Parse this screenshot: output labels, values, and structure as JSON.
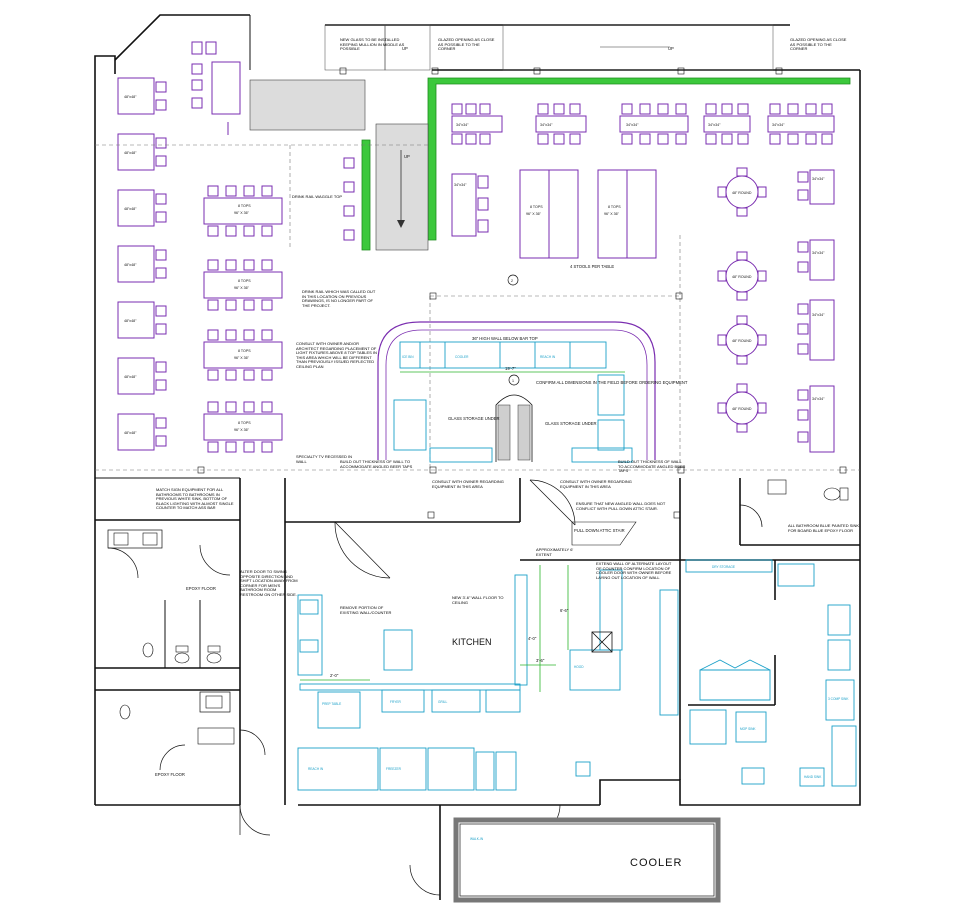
{
  "plan": {
    "room_labels": {
      "kitchen": "KITCHEN",
      "cooler": "COOLER"
    },
    "table_labels": {
      "forty_eight_square": "48\"x48\"",
      "thirty_four_square": "34\"x34\"",
      "forty_eight_round": "48\" ROUND",
      "eight_top": "8 TOPS",
      "eight_top_size": "96\" X 36\""
    },
    "notes": {
      "stair_right": "UP",
      "stair_left": "UP",
      "stair_center": "UP",
      "top_left": "NEW GLASS TO BE INSTALLED KEEPING MULLION IN MIDDLE AS POSSIBLE",
      "top_center": "GLAZED OPENING AS CLOSE AS POSSIBLE TO THE CORNER",
      "top_right": "GLAZED OPENING AS CLOSE AS POSSIBLE TO THE CORNER",
      "bar_rail": "DRINK RAIL WAGGLE TOP",
      "bar_rail_2": "DRINK RAIL WHICH WAS CALLED OUT IN THIS LOCATION ON PREVIOUS DRAWINGS, IS NO LONGER PART OF THE PROJECT.",
      "consult_owner": "CONSULT WITH OWNER AND/OR ARCHITECT REGARDING PLACEMENT OF LIGHT FIXTURES ABOVE 8 TOP TABLES IN THIS AREA WHICH WILL BE DIFFERENT THAN PREVIOUSLY ISSUED REFLECTED CEILING PLAN",
      "stools": "4 STOOLS PER TABLE",
      "bar_wall": "36\" HIGH WALL BELOW BAR TOP",
      "dimension_bar": "19'-7\"",
      "confirm_dims": "CONFIRM ALL DIMENSIONS IN THE FIELD BEFORE ORDERING EQUIPMENT",
      "glass_storage_1": "GLASS STORAGE UNDER",
      "glass_storage_2": "GLASS STORAGE UNDER",
      "build_out_left": "BUILD OUT THICKNESS OF WALL TO ACCOMMODATE ANGLED BEER TAPS",
      "build_out_right": "BUILD OUT THICKNESS OF WALL TO ACCOMMODATE ANGLED BEER TAPS",
      "specialty": "SPECIALTY TV RECESSED IN WALL",
      "consult_equip_1": "CONSULT WITH OWNER REGARDING EQUIPMENT IN THIS AREA",
      "consult_equip_2": "CONSULT WITH OWNER REGARDING EQUIPMENT IN THIS AREA",
      "match_finish": "MATCH SIGN EQUIPMENT FOR ALL BATHROOMS TO BATHROOMS IN PREVIOUS WHITE SINK, BOTTOM OF BLACK LIGHTING WITH ALMOST SINGLE COUNTER TO MATCH ASS BAR",
      "alter_door": "ALTER DOOR TO SWING OPPOSITE DIRECTION AND SHIFT LOCATION AWAY FROM CORNER FOR MEN'S BATHROOM ROOM RESTROOM ON OTHER SIDE.",
      "epoxy_floor_1": "EPOXY FLOOR",
      "epoxy_floor_2": "EPOXY FLOOR",
      "new_wall": "ENSURE THAT NEW ANGLED WALL DOES NOT CONFLICT WITH PULL DOWN ATTIC STAIR.",
      "pull_down": "PULL DOWN ATTIC STAIR",
      "approx_extend": "APPROXIMATELY 6' EXTENT",
      "remove_wall": "REMOVE PORTION OF EXISTING WALL/COUNTER",
      "new_half_wall": "NEW 3'-6\" WALL FLOOR TO CEILING",
      "extend_wall": "EXTEND WALL OF ALTERNATE LAYOUT OF COUNTER CONFIRM LOCATION OF COOLER DOOR WITH OWNER BEFORE LAYING OUT LOCATION OF WALL",
      "all_bathroom": "ALL BATHROOM BLUE PAINTED SINK FOR BOARD BLUE EPOXY FLOOR",
      "dim_4": "4'-0\"",
      "dim_6": "6'-6\"",
      "dim_3": "3'-6\"",
      "dim_kitchen": "2'-0\""
    },
    "equipment": {
      "cooler_unit": "COOLER",
      "ice_bin": "ICE BIN",
      "hand_sink": "HAND SINK",
      "dish": "DISH",
      "reach_in": "REACH IN",
      "prep_table": "PREP TABLE",
      "fryer": "FRYER",
      "hood": "HOOD",
      "walk_in": "WALK-IN",
      "three_comp": "3 COMP SINK",
      "dry_storage": "DRY STORAGE",
      "freezer": "FREEZER",
      "mop_sink": "MOP SINK",
      "grill": "GRILL"
    },
    "grid_markers": {
      "marker_1": "1",
      "marker_2": "2"
    }
  },
  "colors": {
    "furniture": "#7a2db0",
    "equipment": "#1aa0c8",
    "green_wall": "#3cc83c",
    "dimension": "#2cb52c"
  },
  "icons": [
    "stair-arrow-icon",
    "door-swing-icon",
    "toilet-icon",
    "sink-icon",
    "grid-marker-icon"
  ]
}
